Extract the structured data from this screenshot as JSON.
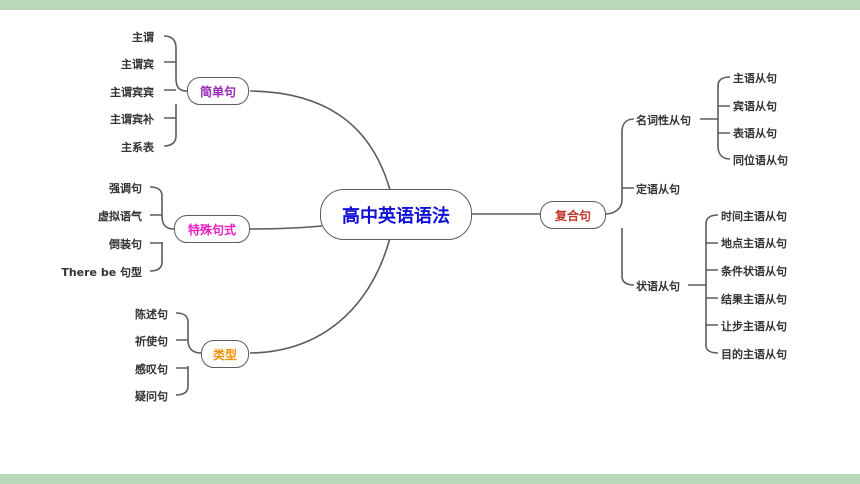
{
  "colors": {
    "center": "#1010d8",
    "simple": "#9a2bb5",
    "special": "#e81fc0",
    "types": "#f0930a",
    "complex": "#c0392b",
    "band": "#b9d8b9",
    "line": "#5c5c5c"
  },
  "center": {
    "label": "高中英语语法"
  },
  "simple_sentence": {
    "label": "简单句",
    "items": [
      "主谓",
      "主谓宾",
      "主谓宾宾",
      "主谓宾补",
      "主系表"
    ]
  },
  "special_sentence": {
    "label": "特殊句式",
    "items": [
      "强调句",
      "虚拟语气",
      "倒装句",
      "There be 句型"
    ]
  },
  "types": {
    "label": "类型",
    "items": [
      "陈述句",
      "祈使句",
      "感叹句",
      "疑问句"
    ]
  },
  "complex_sentence": {
    "label": "复合句",
    "noun_clause": {
      "label": "名词性从句",
      "items": [
        "主语从句",
        "宾语从句",
        "表语从句",
        "同位语从句"
      ]
    },
    "attributive_clause": {
      "label": "定语从句"
    },
    "adverbial_clause": {
      "label": "状语从句",
      "items": [
        "时间主语从句",
        "地点主语从句",
        "条件状语从句",
        "结果主语从句",
        "让步主语从句",
        "目的主语从句"
      ]
    }
  }
}
